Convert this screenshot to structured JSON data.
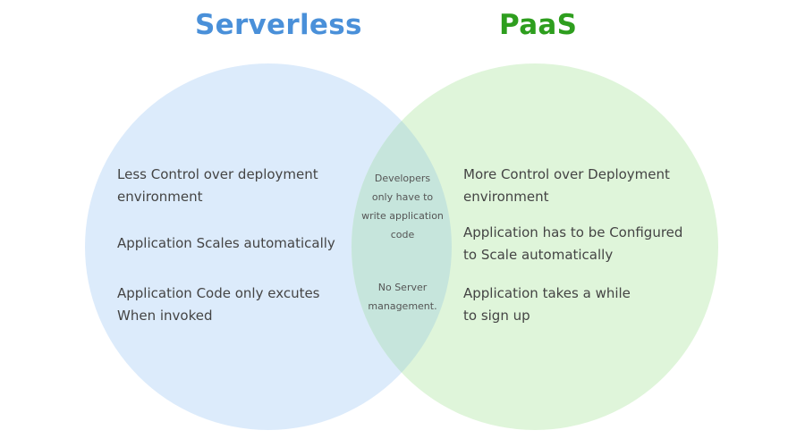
{
  "colors": {
    "left_fill": "#dcebfb",
    "right_fill": "#dff5da",
    "overlap_fill": "#c6e5dc",
    "left_title": "#4a90d9",
    "right_title": "#2e9e1e",
    "text": "#444444"
  },
  "left_set": {
    "title": "Serverless",
    "items": [
      "Less Control over deployment\nenvironment",
      "Application Scales automatically",
      "Application Code only excutes\nWhen invoked"
    ]
  },
  "right_set": {
    "title": "PaaS",
    "items": [
      "More Control over Deployment\nenvironment",
      "Application has to be Configured\nto Scale automatically",
      "Application takes a while\nto sign up"
    ]
  },
  "overlap": {
    "items": [
      "Developers\nonly have to\nwrite application\ncode",
      "No Server\nmanagement."
    ]
  }
}
